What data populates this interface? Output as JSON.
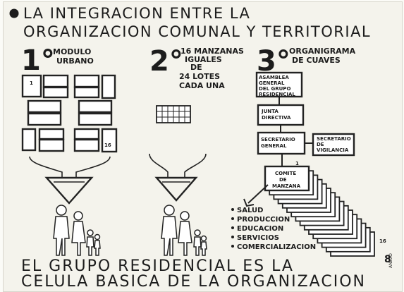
{
  "title": {
    "line1": "LA INTEGRACION ENTRE LA",
    "line2": "ORGANIZACION COMUNAL Y TERRITORIAL"
  },
  "col1": {
    "number": "1°",
    "label_line1": "MODULO",
    "label_line2": "URBANO",
    "block_first": "1",
    "block_last": "16"
  },
  "col2": {
    "number": "2°",
    "label_line1": "16 MANZANAS",
    "label_line2": "IGUALES",
    "label_line3": "DE",
    "label_line4": "24 LOTES",
    "label_line5": "CADA UNA"
  },
  "col3": {
    "number": "3°",
    "label_line1": "ORGANIGRAMA",
    "label_line2": "DE CUAVES",
    "box_asamblea": [
      "ASAMBLEA",
      "GENERAL",
      "DEL GRUPO",
      "RESIDENCIAL"
    ],
    "box_junta": [
      "JUNTA",
      "DIRECTIVA"
    ],
    "box_secretario_general": [
      "SECRETARIO",
      "GENERAL"
    ],
    "box_vigilancia": [
      "SECRETARIO",
      "DE",
      "VIGILANCIA"
    ],
    "box_comite": [
      "COMITE",
      "DE",
      "MANZANA"
    ],
    "stack_first": "1",
    "stack_last": "16",
    "list": [
      "SALUD",
      "PRODUCCION",
      "EDUCACION",
      "SERVICIOS",
      "COMERCIALIZACION"
    ]
  },
  "footer": {
    "line1": "EL GRUPO RESIDENCIAL ES LA",
    "line2": "CELULA BASICA DE LA ORGANIZACION",
    "page_number": "8",
    "side_note": "ANEXO"
  }
}
